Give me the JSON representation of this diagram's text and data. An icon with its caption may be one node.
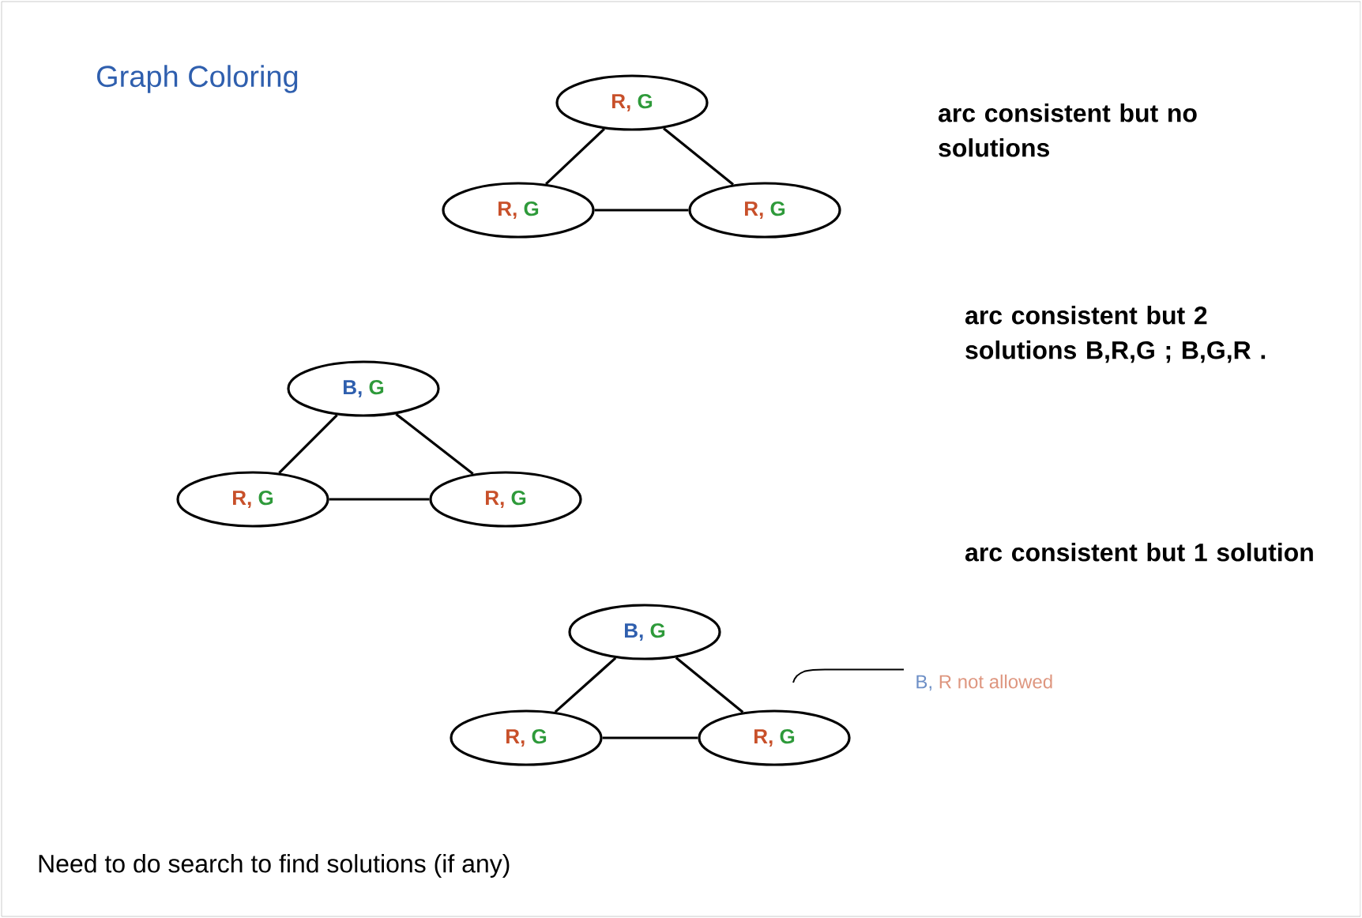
{
  "diagram": {
    "title": "Graph Coloring",
    "nodes": [
      {
        "text": [
          "R,",
          "G"
        ]
      },
      {
        "text": [
          "R,",
          "G"
        ]
      },
      {
        "text": [
          "R,",
          "G"
        ]
      },
      {
        "text": [
          "B,",
          "G"
        ]
      },
      {
        "text": [
          "R,",
          "G"
        ]
      },
      {
        "text": [
          "R,",
          "G"
        ]
      },
      {
        "text": [
          "B,",
          "G"
        ]
      },
      {
        "text": [
          "R,",
          "G"
        ]
      },
      {
        "text": [
          "R,",
          "G"
        ]
      },
      {
        "text": [
          "B,",
          "R not allowed"
        ]
      }
    ],
    "edges": [
      {
        "from": 0,
        "to": 1,
        "arrow": "none"
      },
      {
        "from": 0,
        "to": 2,
        "arrow": "none"
      },
      {
        "from": 1,
        "to": 2,
        "arrow": "none"
      },
      {
        "from": 3,
        "to": 4,
        "arrow": "none"
      },
      {
        "from": 3,
        "to": 5,
        "arrow": "none"
      },
      {
        "from": 4,
        "to": 5,
        "arrow": "none"
      },
      {
        "from": 6,
        "to": 7,
        "arrow": "none"
      },
      {
        "from": 6,
        "to": 8,
        "arrow": "none"
      },
      {
        "from": 7,
        "to": 8,
        "arrow": "none"
      },
      {
        "from": 9,
        "to": null,
        "arrow": "none"
      }
    ],
    "labels": [
      "arc consistent but no solutions",
      "arc consistent but 2 solutions B,R,G ; B,G,R .",
      "arc consistent but 1 solution",
      "Need to do search to find solutions (if any)"
    ]
  }
}
